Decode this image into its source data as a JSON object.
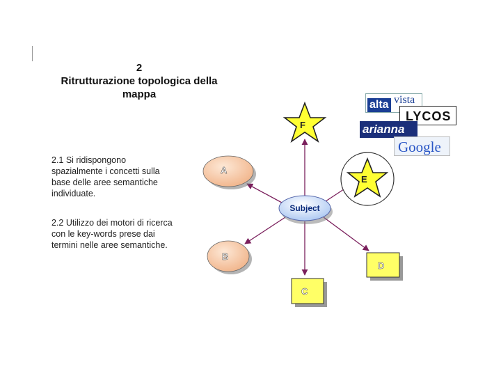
{
  "slide": {
    "number": "2",
    "title_lines": [
      "Ritrutturazione topologica della",
      "mappa"
    ],
    "point_1_lines": [
      "2.1 Si ridispongono",
      "spazialmente i concetti sulla",
      "base delle aree semantiche",
      "individuate."
    ],
    "point_2_lines": [
      "2.2 Utilizzo dei motori di ricerca",
      "con le key-words prese dai",
      "termini nelle aree semantiche."
    ]
  },
  "diagram": {
    "center_label": "Subject",
    "nodes": {
      "a": "A",
      "b": "B",
      "c": "C",
      "d": "D",
      "e": "E",
      "f": "F"
    }
  },
  "search_engines": {
    "altavista": {
      "part1": "alta",
      "part2": "vista"
    },
    "lycos": "LYCOS",
    "arianna": "arianna",
    "google": "Google"
  },
  "colors": {
    "arrow": "#7a1f5c",
    "node_fill": "#f6c9a6",
    "box_fill": "#ffff66",
    "star_fill": "#ffff33",
    "subject_fill": "#cfe0ff"
  }
}
